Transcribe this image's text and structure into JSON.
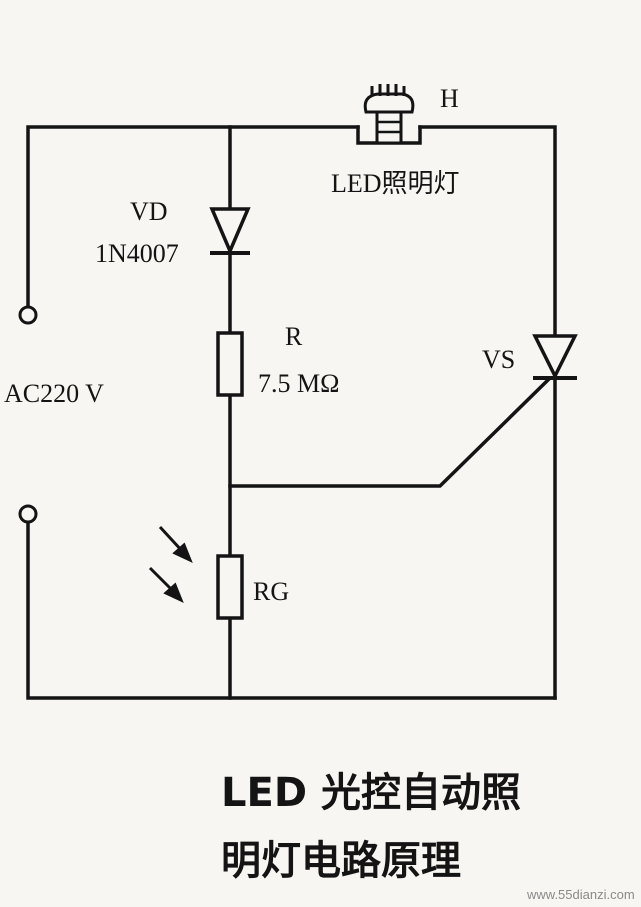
{
  "components": {
    "lamp": {
      "ref": "H",
      "description": "LED照明灯"
    },
    "diode": {
      "ref": "VD",
      "part": "1N4007"
    },
    "resistor": {
      "ref": "R",
      "value": "7.5 MΩ"
    },
    "thyristor": {
      "ref": "VS"
    },
    "photoresistor": {
      "ref": "RG"
    }
  },
  "supply": {
    "label": "AC220 V"
  },
  "caption": {
    "line1": "LED 光控自动照",
    "line2": "明灯电路原理"
  },
  "watermark": "www.55dianzi.com"
}
